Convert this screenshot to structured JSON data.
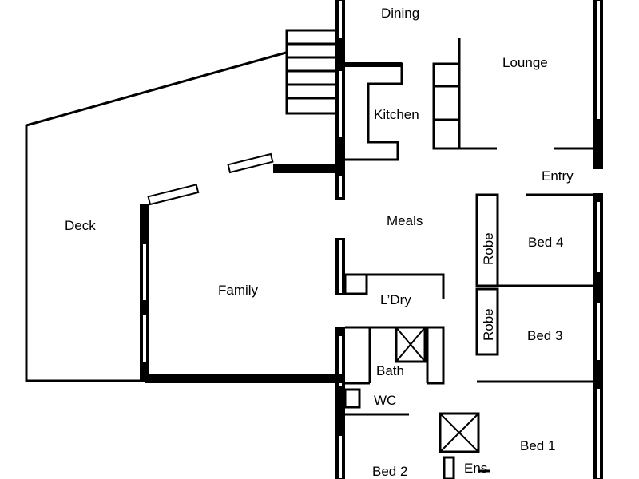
{
  "rooms": {
    "dining": "Dining",
    "lounge": "Lounge",
    "kitchen": "Kitchen",
    "entry": "Entry",
    "deck": "Deck",
    "meals": "Meals",
    "bed4": "Bed 4",
    "robe1": "Robe",
    "family": "Family",
    "laundry": "L’Dry",
    "robe2": "Robe",
    "bed3": "Bed 3",
    "bath": "Bath",
    "wc": "WC",
    "bed1": "Bed 1",
    "bed2": "Bed 2",
    "ensuite": "Ens"
  }
}
